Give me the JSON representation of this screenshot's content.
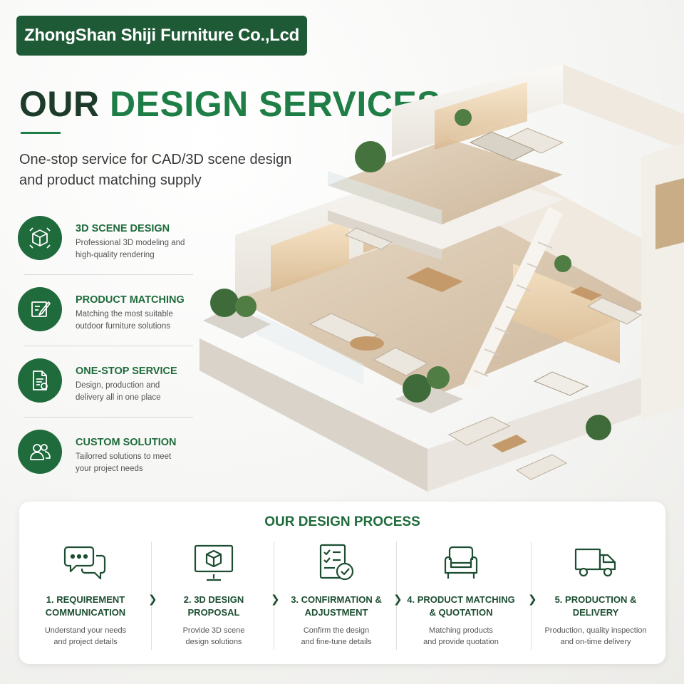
{
  "brand": {
    "name": "ZhongShan Shiji Furniture Co.,Lcd"
  },
  "hero": {
    "title_part1": "OUR",
    "title_part2": "DESIGN SERVICES",
    "subtitle_line1": "One-stop service for CAD/3D scene design",
    "subtitle_line2": "and product matching supply"
  },
  "services": [
    {
      "icon": "cube-icon",
      "title": "3D SCENE DESIGN",
      "desc_line1": "Professional 3D modeling and",
      "desc_line2": "high-quality rendering"
    },
    {
      "icon": "pen-board-icon",
      "title": "PRODUCT MATCHING",
      "desc_line1": "Matching the most suitable",
      "desc_line2": "outdoor furniture solutions"
    },
    {
      "icon": "document-icon",
      "title": "ONE-STOP SERVICE",
      "desc_line1": "Design, production and",
      "desc_line2": "delivery all in one place"
    },
    {
      "icon": "users-icon",
      "title": "CUSTOM SOLUTION",
      "desc_line1": "Tailorred solutions to meet",
      "desc_line2": "your project needs"
    }
  ],
  "process": {
    "title": "OUR DESIGN PROCESS",
    "steps": [
      {
        "icon": "chat-bubbles-icon",
        "title_line1": "1. REQUIREMENT",
        "title_line2": "COMMUNICATION",
        "desc_line1": "Understand your needs",
        "desc_line2": "and project details"
      },
      {
        "icon": "monitor-cube-icon",
        "title_line1": "2. 3D DESIGN",
        "title_line2": "PROPOSAL",
        "desc_line1": "Provide 3D scene",
        "desc_line2": "design solutions"
      },
      {
        "icon": "checklist-icon",
        "title_line1": "3. CONFIRMATION &",
        "title_line2": "ADJUSTMENT",
        "desc_line1": "Confirm the design",
        "desc_line2": "and fine-tune details"
      },
      {
        "icon": "armchair-icon",
        "title_line1": "4. PRODUCT MATCHING",
        "title_line2": "& QUOTATION",
        "desc_line1": "Matching products",
        "desc_line2": "and provide quotation"
      },
      {
        "icon": "truck-icon",
        "title_line1": "5. PRODUCTION &",
        "title_line2": "DELIVERY",
        "desc_line1": "Production, quality inspection",
        "desc_line2": "and on-time delivery"
      }
    ]
  },
  "colors": {
    "brand_green": "#1f5a37",
    "accent_green": "#1e7e45",
    "dark_green": "#1d3b2a"
  }
}
